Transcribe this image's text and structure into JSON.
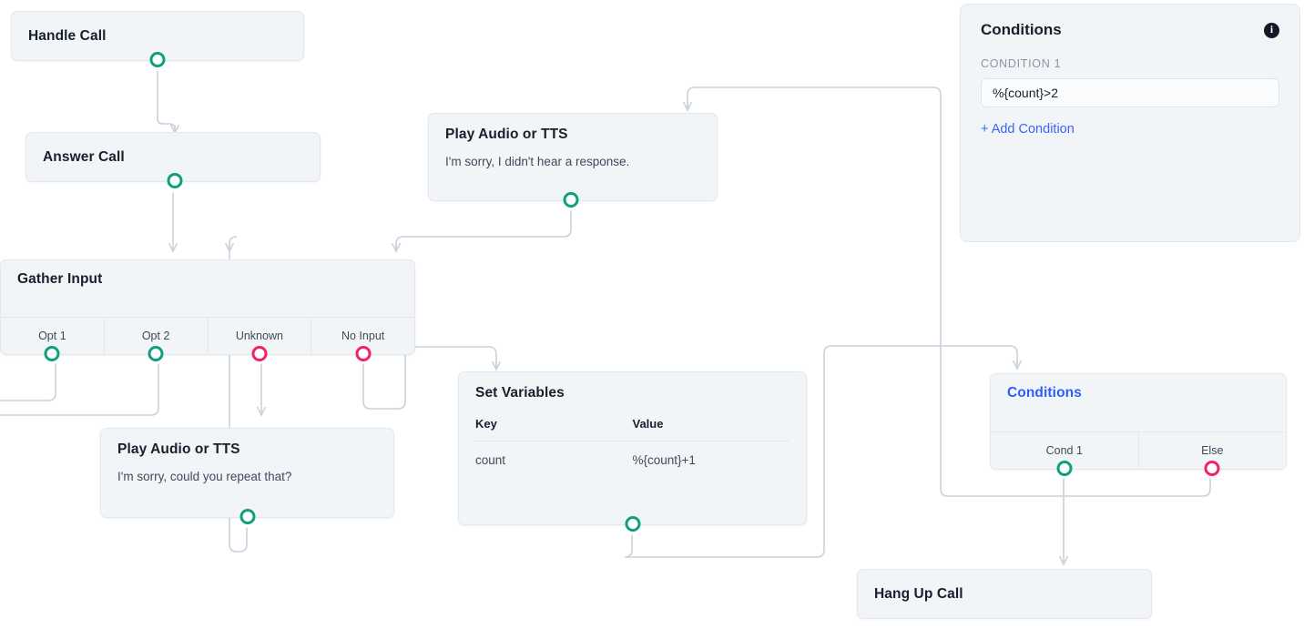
{
  "canvas": {
    "accent_green": "#0f9e7e",
    "accent_pink": "#f2206b",
    "node_bg": "#f2f5f8",
    "node_border": "#e3e8ee",
    "edge_color": "#c9d2dc",
    "link_blue": "#3f63f5"
  },
  "nodes": {
    "handle_call": {
      "title": "Handle Call"
    },
    "answer_call": {
      "title": "Answer Call"
    },
    "gather_input": {
      "title": "Gather Input",
      "ports": [
        {
          "label": "Opt 1",
          "type": "success"
        },
        {
          "label": "Opt 2",
          "type": "success"
        },
        {
          "label": "Unknown",
          "type": "error"
        },
        {
          "label": "No Input",
          "type": "error"
        }
      ]
    },
    "play_audio_no_response": {
      "title": "Play Audio or TTS",
      "text": "I'm sorry, I didn't hear a response."
    },
    "play_audio_repeat": {
      "title": "Play Audio or TTS",
      "text": "I'm sorry, could you repeat that?"
    },
    "set_variables": {
      "title": "Set Variables",
      "columns": [
        "Key",
        "Value"
      ],
      "rows": [
        {
          "key": "count",
          "value": "%{count}+1"
        }
      ]
    },
    "conditions_node": {
      "title": "Conditions",
      "ports": [
        {
          "label": "Cond 1",
          "type": "success"
        },
        {
          "label": "Else",
          "type": "error"
        }
      ]
    },
    "hang_up_call": {
      "title": "Hang Up Call"
    }
  },
  "panel": {
    "title": "Conditions",
    "info_icon": "info-icon",
    "condition_label": "CONDITION 1",
    "condition_value": "%{count}>2",
    "add_condition_label": "+ Add Condition"
  }
}
